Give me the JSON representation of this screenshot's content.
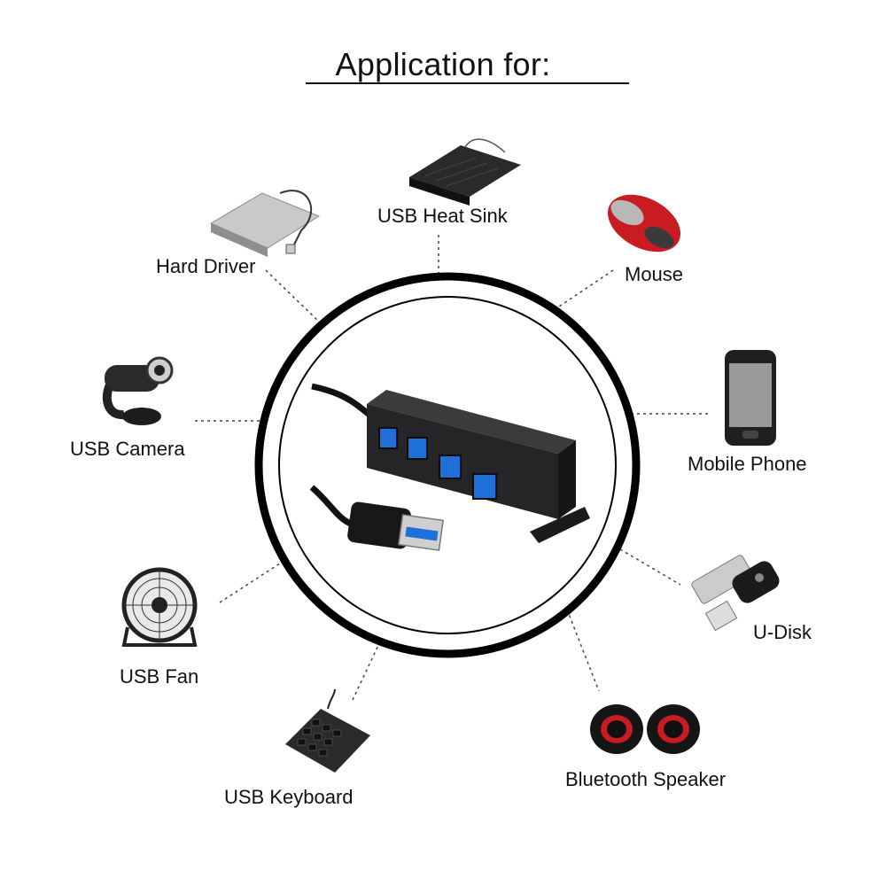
{
  "title": "Application for:",
  "devices": {
    "heat_sink": "USB Heat Sink",
    "mouse": "Mouse",
    "hard_driver": "Hard Driver",
    "camera": "USB Camera",
    "phone": "Mobile Phone",
    "udisk": "U-Disk",
    "fan": "USB Fan",
    "keyboard": "USB Keyboard",
    "speaker": "Bluetooth Speaker"
  },
  "colors": {
    "ring": "#000000",
    "hub_body": "#2b2b2d",
    "usb_blue": "#1e6fd8",
    "mouse_red": "#c81c22"
  }
}
